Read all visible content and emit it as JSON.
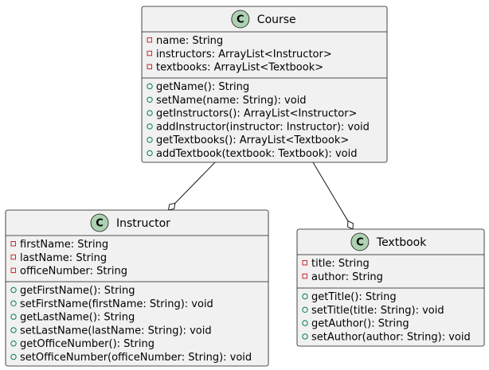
{
  "diagram": {
    "type": "uml-class-diagram",
    "colors": {
      "box_fill": "#f1f1f1",
      "border": "#181818",
      "badge_fill": "#add1b2",
      "private_marker": "#c82930",
      "public_marker": "#038048"
    },
    "classes": [
      {
        "id": "course",
        "stereotype_letter": "C",
        "name": "Course",
        "attributes": [
          "name: String",
          "instructors: ArrayList<Instructor>",
          "textbooks: ArrayList<Textbook>"
        ],
        "methods": [
          "getName(): String",
          "setName(name: String): void",
          "getInstructors(): ArrayList<Instructor>",
          "addInstructor(instructor: Instructor): void",
          "getTextbooks(): ArrayList<Textbook>",
          "addTextbook(textbook: Textbook): void"
        ]
      },
      {
        "id": "instructor",
        "stereotype_letter": "C",
        "name": "Instructor",
        "attributes": [
          "firstName: String",
          "lastName: String",
          "officeNumber: String"
        ],
        "methods": [
          "getFirstName(): String",
          "setFirstName(firstName: String): void",
          "getLastName(): String",
          "setLastName(lastName: String): void",
          "getOfficeNumber(): String",
          "setOfficeNumber(officeNumber: String): void"
        ]
      },
      {
        "id": "textbook",
        "stereotype_letter": "C",
        "name": "Textbook",
        "attributes": [
          "title: String",
          "author: String"
        ],
        "methods": [
          "getTitle(): String",
          "setTitle(title: String): void",
          "getAuthor(): String",
          "setAuthor(author: String): void"
        ]
      }
    ],
    "relationships": [
      {
        "from": "course",
        "to": "instructor",
        "kind": "aggregation",
        "diamond_at": "instructor"
      },
      {
        "from": "course",
        "to": "textbook",
        "kind": "aggregation",
        "diamond_at": "textbook"
      }
    ]
  }
}
